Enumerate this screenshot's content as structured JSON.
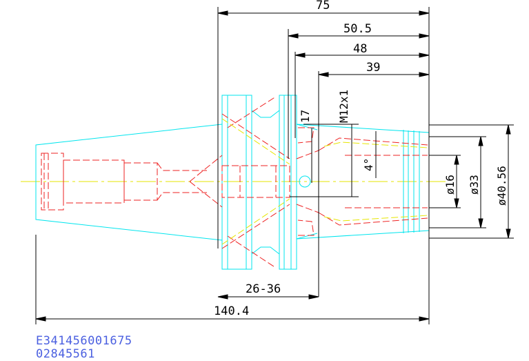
{
  "dimensions": {
    "overall_length": "140.4",
    "flange_to_end": "75",
    "d_50_5": "50.5",
    "d_48": "48",
    "d_39": "39",
    "d_17": "17",
    "thread": "M12x1",
    "taper_angle": "4°",
    "range": "26-36",
    "dia_16": "ø16",
    "dia_33": "ø33",
    "dia_40_56": "ø40.56"
  },
  "codes": {
    "part_number": "E341456001675",
    "order_number": "02845561"
  },
  "colors": {
    "outline": "#00e5ee",
    "hidden": "#ee2222",
    "centerline": "#e6e600",
    "dimension": "#000000",
    "code_text": "#4a5fe0"
  }
}
